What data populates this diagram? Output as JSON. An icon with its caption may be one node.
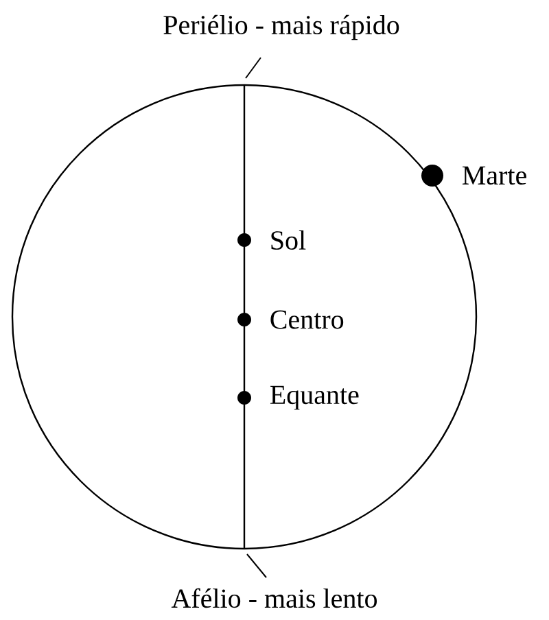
{
  "diagram": {
    "nodes": [
      {
        "text": [
          "Periélio - mais rápido"
        ]
      },
      {
        "text": [],
        "shape": "circle"
      },
      {
        "text": [],
        "shape": "circle",
        "beside": [
          "Sol"
        ],
        "in": 1
      },
      {
        "text": [],
        "shape": "circle",
        "beside": [
          "Centro"
        ],
        "in": 1
      },
      {
        "text": [],
        "shape": "circle",
        "beside": [
          "Equante"
        ],
        "in": 1
      },
      {
        "text": [],
        "shape": "circle",
        "beside": [
          "Marte"
        ]
      },
      {
        "text": [
          "Afélio - mais lento"
        ]
      }
    ],
    "edges": [
      {
        "from": 0,
        "to": 1,
        "arrow": "none"
      },
      {
        "from": 6,
        "to": 1,
        "arrow": "none"
      }
    ]
  }
}
